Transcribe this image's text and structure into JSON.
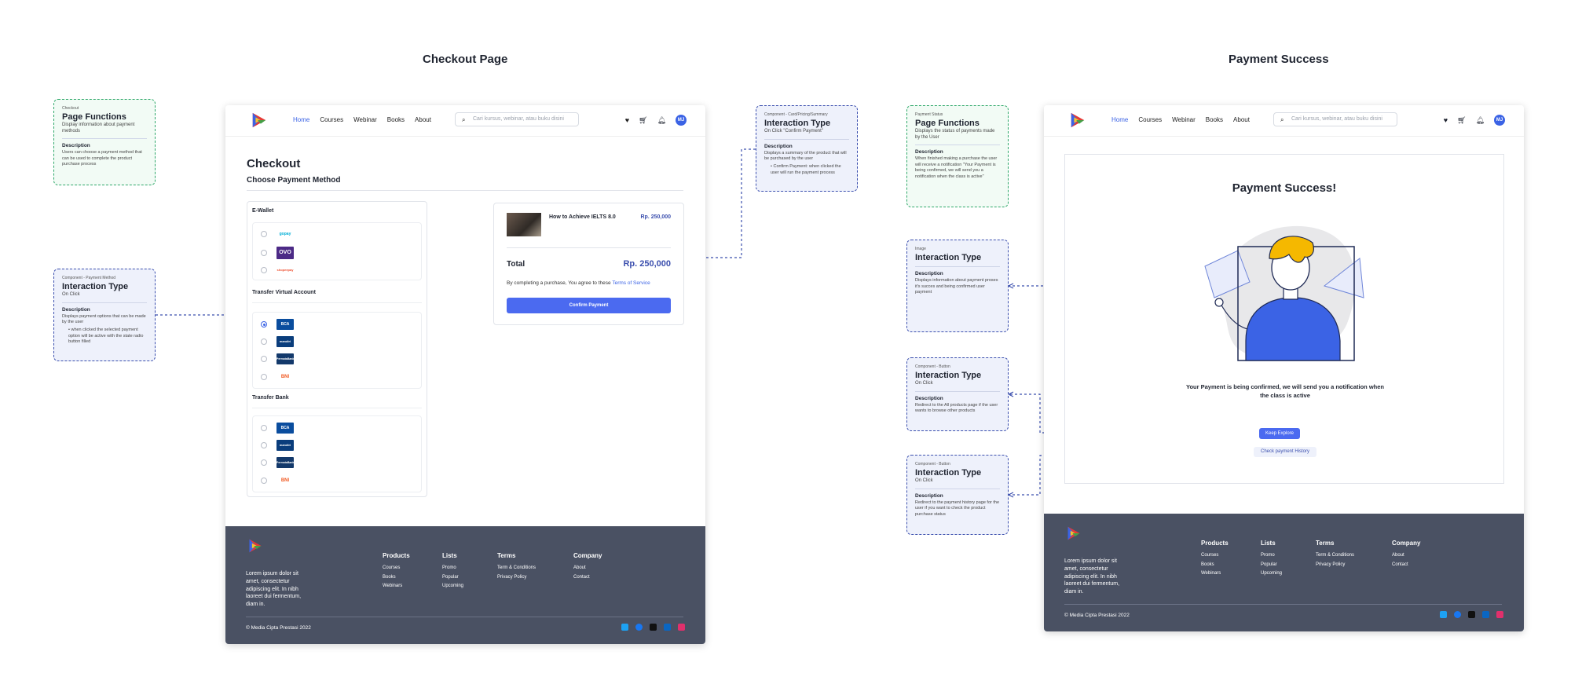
{
  "sections": {
    "checkout": "Checkout Page",
    "success": "Payment Success"
  },
  "nav": {
    "links": [
      "Home",
      "Courses",
      "Webinar",
      "Books",
      "About"
    ],
    "search_placeholder": "Cari kursus, webinar, atau buku disini",
    "avatar": "MJ"
  },
  "notes": {
    "co_page": {
      "small": "Checkout",
      "title": "Page Functions",
      "sub": "Display information about payment methods",
      "h": "Description",
      "body": "Users can choose a payment method that can be used to complete the product purchase process"
    },
    "co_payment": {
      "small": "Component - Payment Method",
      "title": "Interaction Type",
      "sub": "On Click",
      "h": "Description",
      "body": "Displays payment options that can be made by the user",
      "bullet": "when clicked the selected payment option will be active with the state radio button filled"
    },
    "co_card": {
      "small": "Component - Card/Pricing/Summary",
      "title": "Interaction Type",
      "sub": "On Click \"Confirm Payment\"",
      "h": "Description",
      "body": "Displays a summary of the product that will be purchased by the user",
      "bullet": "Confirm Payment: when clicked the user will run the payment process"
    },
    "ps_page": {
      "small": "Payment Status",
      "title": "Page Functions",
      "sub": "Displays the status of payments made by the User",
      "h": "Description",
      "body": "When finished making a purchase the user will receive a notification \"Your Payment is being confirmed, we will send you a notification when the class is active\""
    },
    "ps_image": {
      "small": "Image",
      "title": "Interaction Type",
      "sub": "",
      "h": "Description",
      "body": "Displays information about payment proses it's succes and being confirmed user payment"
    },
    "ps_btn1": {
      "small": "Component - Button",
      "title": "Interaction Type",
      "sub": "On Click",
      "h": "Description",
      "body": "Redirect to the All products page if the user wants to browse other products"
    },
    "ps_btn2": {
      "small": "Component - Button",
      "title": "Interaction Type",
      "sub": "On Click",
      "h": "Description",
      "body": "Redirect to the payment history page for the user if you want to check the product purchase status"
    }
  },
  "checkout": {
    "title": "Checkout",
    "subtitle": "Choose Payment Method",
    "groups": [
      {
        "label": "E-Wallet",
        "options": [
          {
            "name": "gopay",
            "color": "#ffffff",
            "text_color": "#00aed6",
            "selected": false
          },
          {
            "name": "OVO",
            "color": "#4c2a86",
            "text_color": "#ffffff",
            "selected": false
          },
          {
            "name": "shopeepay",
            "color": "#ffffff",
            "text_color": "#ee4d2d",
            "selected": false
          }
        ]
      },
      {
        "label": "Transfer Virtual Account",
        "options": [
          {
            "name": "BCA",
            "color": "#0a4d9e",
            "text_color": "#ffffff",
            "selected": true
          },
          {
            "name": "mandiri",
            "color": "#0a3d7c",
            "text_color": "#ffffff",
            "selected": false
          },
          {
            "name": "PermataBank",
            "color": "#13396b",
            "text_color": "#ffffff",
            "selected": false
          },
          {
            "name": "BNI",
            "color": "#ffffff",
            "text_color": "#f15a23",
            "selected": false
          }
        ]
      },
      {
        "label": "Transfer Bank",
        "options": [
          {
            "name": "BCA",
            "color": "#0a4d9e",
            "text_color": "#ffffff",
            "selected": false
          },
          {
            "name": "mandiri",
            "color": "#0a3d7c",
            "text_color": "#ffffff",
            "selected": false
          },
          {
            "name": "PermataBank",
            "color": "#13396b",
            "text_color": "#ffffff",
            "selected": false
          },
          {
            "name": "BNI",
            "color": "#ffffff",
            "text_color": "#f15a23",
            "selected": false
          }
        ]
      }
    ],
    "summary": {
      "product": "How to Achieve IELTS 8.0",
      "price": "Rp. 250,000",
      "total_label": "Total",
      "total": "Rp. 250,000",
      "agree": "By completing a purchase, You agree to these",
      "tos": "Terms of Service",
      "confirm": "Confirm Payment"
    }
  },
  "success": {
    "title": "Payment Success!",
    "message": "Your Payment is being confirmed, we will send you a notification when the class is active",
    "explore": "Keep Explore",
    "history": "Check payment History"
  },
  "footer": {
    "desc": "Lorem ipsum dolor sit amet, consectetur adipiscing elit. In nibh laoreet dui fermentum, diam in.",
    "columns": [
      {
        "title": "Products",
        "items": [
          "Courses",
          "Books",
          "Webinars"
        ]
      },
      {
        "title": "Lists",
        "items": [
          "Promo",
          "Popular",
          "Upcoming"
        ]
      },
      {
        "title": "Terms",
        "items": [
          "Term & Conditions",
          "Privacy Policy"
        ]
      },
      {
        "title": "Company",
        "items": [
          "About",
          "Contact"
        ]
      }
    ],
    "copyright": "© Media Cipta Prestasi 2022",
    "social": [
      {
        "name": "twitter",
        "color": "#1da1f2"
      },
      {
        "name": "facebook",
        "color": "#1877f2"
      },
      {
        "name": "tiktok",
        "color": "#111111"
      },
      {
        "name": "linkedin",
        "color": "#0a66c2"
      },
      {
        "name": "instagram",
        "color": "#e1306c"
      }
    ]
  },
  "colors": {
    "primary": "#3b63e5",
    "footer": "#4a5163",
    "note_blue": "#3b4fae",
    "note_green": "#2fa86a"
  }
}
